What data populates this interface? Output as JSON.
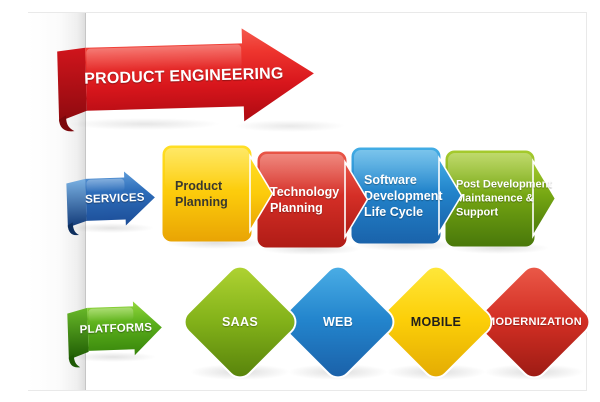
{
  "banner": {
    "label": "PRODUCT ENGINEERING",
    "ribbon_color": "#d8151c"
  },
  "services_row": {
    "ribbon_label": "SERVICES",
    "ribbon_color": "#2a66b0",
    "steps": [
      {
        "lines": [
          "Product",
          "Planning"
        ],
        "fill_top": "#ffdf25",
        "fill_bottom": "#e9a404",
        "text_color": "#39382f"
      },
      {
        "lines": [
          "Technology",
          "Planning"
        ],
        "fill_top": "#e95648",
        "fill_bottom": "#b01c16",
        "text_color": "#ffffff"
      },
      {
        "lines": [
          "Software",
          "Development",
          "Life Cycle"
        ],
        "fill_top": "#43ade5",
        "fill_bottom": "#1a63ab",
        "text_color": "#ffffff"
      },
      {
        "lines": [
          "Post Development",
          "Maintanence &",
          "Support"
        ],
        "fill_top": "#a6cb2e",
        "fill_bottom": "#49780a",
        "text_color": "#ffffff"
      }
    ]
  },
  "platforms_row": {
    "ribbon_label": "PLATFORMS",
    "ribbon_color": "#4ba318",
    "items": [
      {
        "label": "SAAS",
        "fill_top": "#b2d534",
        "fill_bottom": "#55800a",
        "text_color": "#ffffff"
      },
      {
        "label": "WEB",
        "fill_top": "#4db0e7",
        "fill_bottom": "#1a5ea6",
        "text_color": "#ffffff"
      },
      {
        "label": "MOBILE",
        "fill_top": "#ffe93e",
        "fill_bottom": "#e2a903",
        "text_color": "#21201c"
      },
      {
        "label": "MODERNIZATION",
        "fill_top": "#ec5c4b",
        "fill_bottom": "#991a13",
        "text_color": "#ffffff"
      }
    ]
  }
}
